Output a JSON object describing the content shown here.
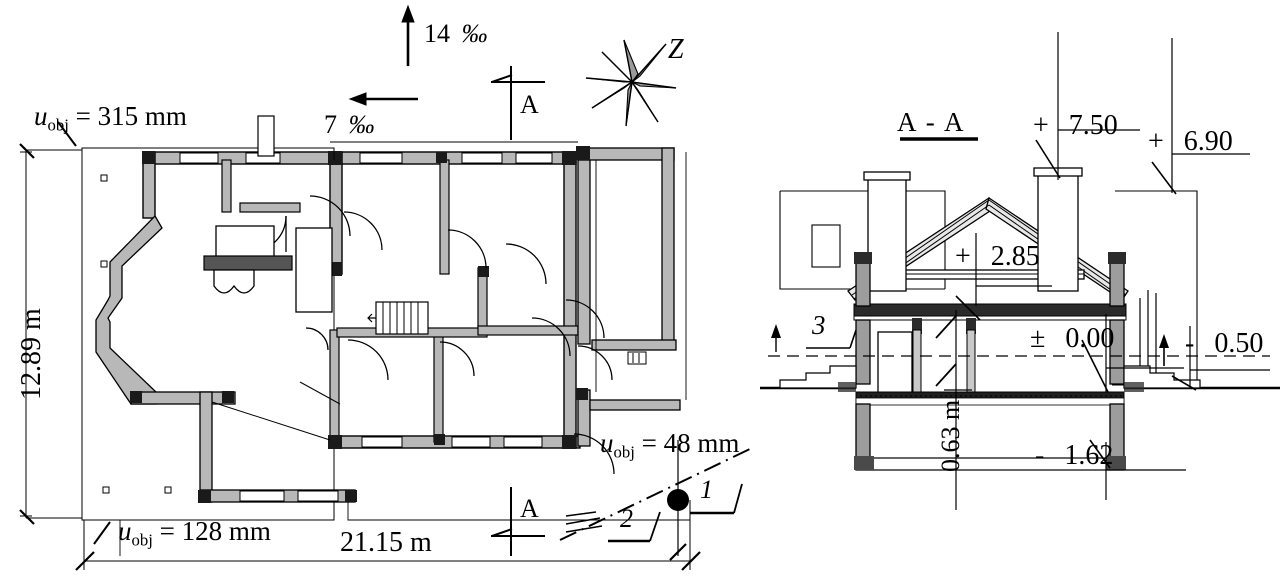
{
  "drawing": {
    "type": "architectural-drawing",
    "units_note": "metres and millimetres",
    "background_color": "#ffffff",
    "line_color": "#000000",
    "wall_fill_color": "#b3b3b3"
  },
  "floor_plan": {
    "name": "ground-floor-plan",
    "dimensions": {
      "width_label": "21.15 m",
      "height_label": "12.89 m"
    },
    "uncertainty_labels": [
      {
        "id": "top-left",
        "prefix": "u",
        "subscript": "obj",
        "equals": "=",
        "value": "315 mm",
        "full": "u obj = 315 mm"
      },
      {
        "id": "bottom-left",
        "prefix": "u",
        "subscript": "obj",
        "equals": "=",
        "value": "128 mm",
        "full": "u obj = 128 mm"
      },
      {
        "id": "bottom-right",
        "prefix": "u",
        "subscript": "obj",
        "equals": "=",
        "value": "48 mm",
        "full": "u obj = 48 mm"
      }
    ],
    "slope_arrows": [
      {
        "id": "slope-up",
        "value": "14",
        "unit": "‰",
        "direction": "up"
      },
      {
        "id": "slope-left",
        "value": "7",
        "unit": "‰",
        "direction": "left"
      }
    ],
    "section_markers": [
      {
        "id": "section-marker-top",
        "label": "A"
      },
      {
        "id": "section-marker-bottom",
        "label": "A"
      }
    ],
    "compass": {
      "label": "Z",
      "name": "north-arrow-compass-rose"
    },
    "survey_points": [
      {
        "id": "station-point-1",
        "label": "1"
      },
      {
        "id": "station-point-2",
        "label": "2"
      }
    ]
  },
  "section": {
    "name": "cross-section",
    "title": "A - A",
    "levels": [
      {
        "id": "ridge",
        "sign": "+",
        "value": "7.50"
      },
      {
        "id": "eave-right",
        "sign": "+",
        "value": "6.90"
      },
      {
        "id": "attic-floor",
        "sign": "+",
        "value": "2.85"
      },
      {
        "id": "ground-floor",
        "sign": "±",
        "value": "0.00"
      },
      {
        "id": "terrain",
        "sign": "-",
        "value": "0.50"
      },
      {
        "id": "basement",
        "sign": "-",
        "value": "1.62"
      }
    ],
    "height_label": "0.63 m",
    "detail_marker": {
      "id": "detail-3",
      "label": "3"
    }
  }
}
